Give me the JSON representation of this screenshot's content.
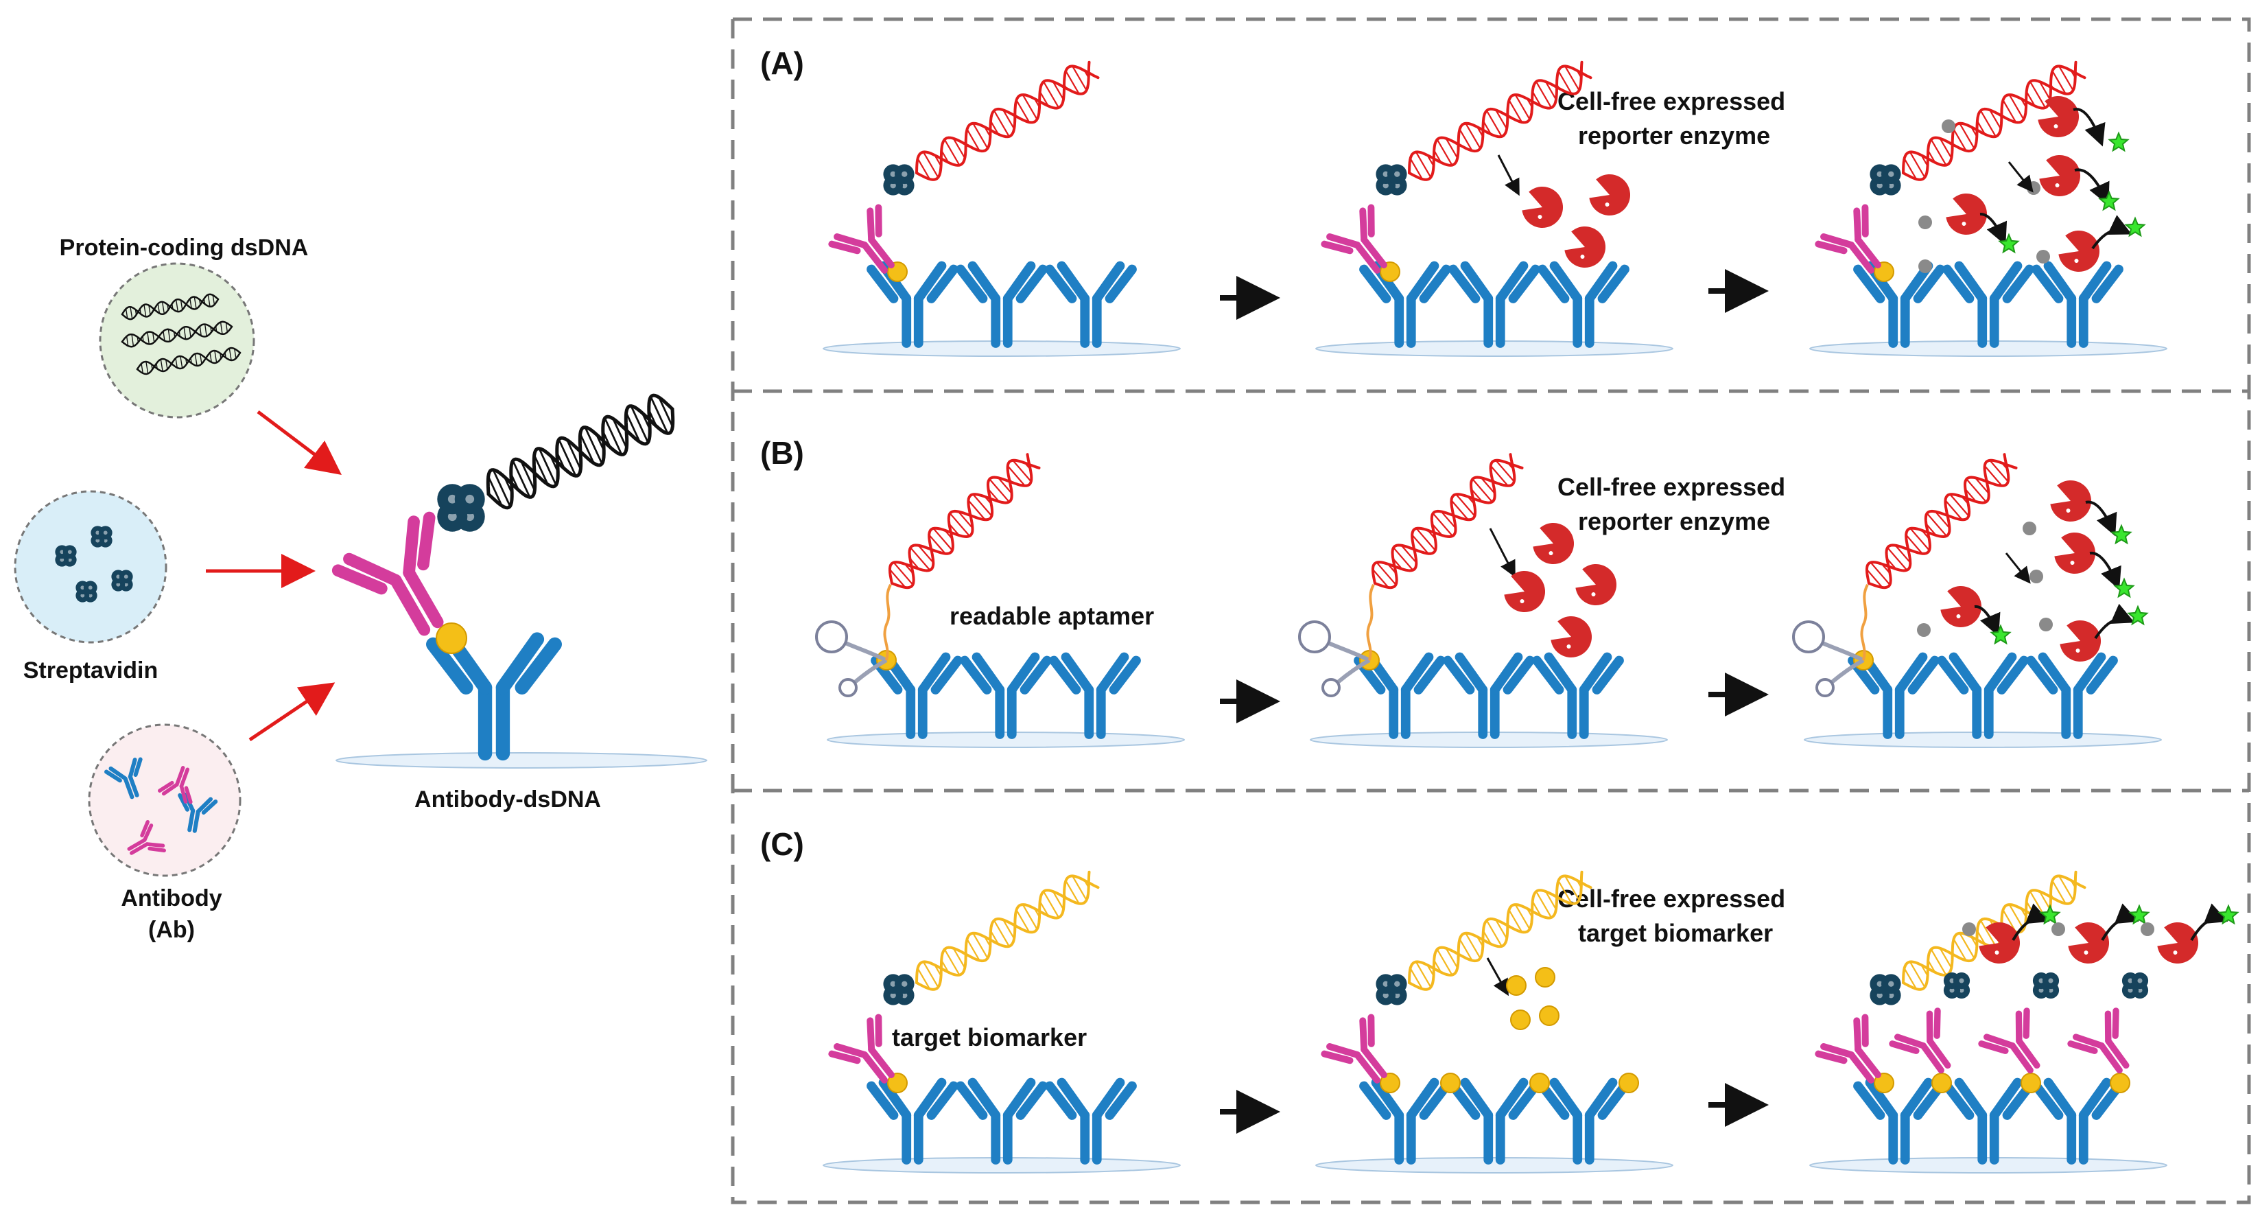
{
  "left": {
    "dsdna_label": "Protein-coding dsDNA",
    "streptavidin_label": "Streptavidin",
    "antibody_label_line1": "Antibody",
    "antibody_label_line2": "(Ab)",
    "conjugate_label": "Antibody-dsDNA"
  },
  "panels": {
    "a": {
      "label": "(A)",
      "caption_line1": "Cell-free  expressed",
      "caption_line2": "reporter  enzyme"
    },
    "b": {
      "label": "(B)",
      "aptamer_label": "readable  aptamer",
      "caption_line1": "Cell-free  expressed",
      "caption_line2": "reporter  enzyme"
    },
    "c": {
      "label": "(C)",
      "biomarker_label": "target  biomarker",
      "caption_line1": "Cell-free  expressed",
      "caption_line2": "target  biomarker"
    }
  },
  "colors": {
    "antibody_blue": "#1f7fc4",
    "antibody_pink": "#d43c9c",
    "dna_red": "#e21b1b",
    "dna_orange": "#f4b81f",
    "dna_black": "#111111",
    "enzyme_red": "#d42a2a",
    "product_green": "#39e62e",
    "streptavidin_navy": "#16435c",
    "biotin_yellow": "#f4bf17",
    "arrow_red": "#e21b1b",
    "panel_border": "#808080"
  }
}
